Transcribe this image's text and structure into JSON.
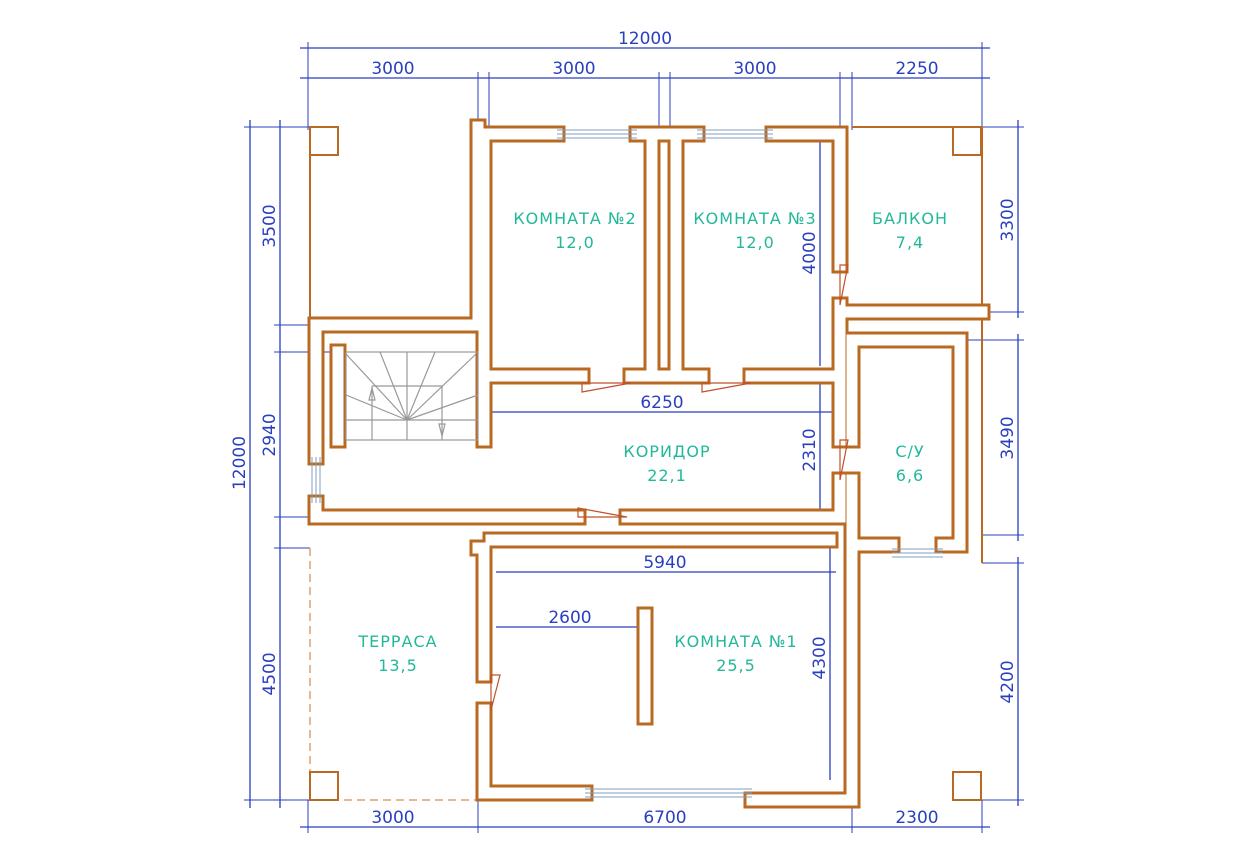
{
  "rooms": [
    {
      "name": "КОМНАТА №2",
      "area": "12,0"
    },
    {
      "name": "КОМНАТА №3",
      "area": "12,0"
    },
    {
      "name": "БАЛКОН",
      "area": "7,4"
    },
    {
      "name": "КОРИДОР",
      "area": "22,1"
    },
    {
      "name": "С/У",
      "area": "6,6"
    },
    {
      "name": "ТЕРРАСА",
      "area": "13,5"
    },
    {
      "name": "КОМНАТА №1",
      "area": "25,5"
    }
  ],
  "dimensions": {
    "top_total": "12000",
    "top": [
      "3000",
      "3000",
      "3000",
      "2250"
    ],
    "left_total": "12000",
    "left": [
      "3500",
      "2940",
      "4500"
    ],
    "right": [
      "3300",
      "3490",
      "4200"
    ],
    "bottom": [
      "3000",
      "6700",
      "2300"
    ],
    "inner": {
      "room3_height": "4000",
      "corridor_width": "6250",
      "corridor_height": "2310",
      "room1_width": "5940",
      "room1_height": "4300",
      "partition_offset": "2600"
    }
  },
  "colors": {
    "wall": "#b86a22",
    "dimension": "#2a3fc0",
    "label": "#22b89a"
  }
}
